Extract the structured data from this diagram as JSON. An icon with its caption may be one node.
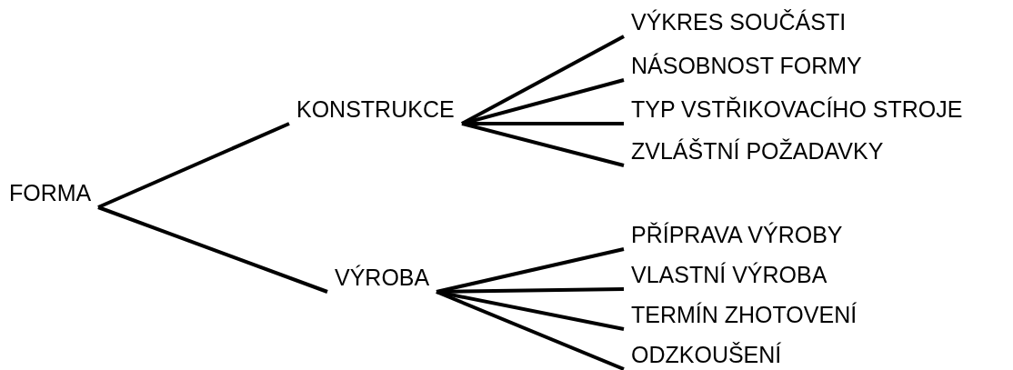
{
  "diagram": {
    "nodes": [
      {
        "text": [
          "FORMA"
        ]
      },
      {
        "text": [
          "KONSTRUKCE"
        ]
      },
      {
        "text": [
          "VÝROBA"
        ]
      },
      {
        "text": [
          "VÝKRES SOUČÁSTI"
        ]
      },
      {
        "text": [
          "NÁSOBNOST FORMY"
        ]
      },
      {
        "text": [
          "TYP VSTŘIKOVACÍHO STROJE"
        ]
      },
      {
        "text": [
          "ZVLÁŠTNÍ POŽADAVKY"
        ]
      },
      {
        "text": [
          "PŘÍPRAVA VÝROBY"
        ]
      },
      {
        "text": [
          "VLASTNÍ VÝROBA"
        ]
      },
      {
        "text": [
          "TERMÍN ZHOTOVENÍ"
        ]
      },
      {
        "text": [
          "ODZKOUŠENÍ"
        ]
      }
    ],
    "edges": [
      {
        "from": 0,
        "to": 1,
        "arrow": "none"
      },
      {
        "from": 0,
        "to": 2,
        "arrow": "none"
      },
      {
        "from": 1,
        "to": 3,
        "arrow": "none"
      },
      {
        "from": 1,
        "to": 4,
        "arrow": "none"
      },
      {
        "from": 1,
        "to": 5,
        "arrow": "none"
      },
      {
        "from": 1,
        "to": 6,
        "arrow": "none"
      },
      {
        "from": 2,
        "to": 7,
        "arrow": "none"
      },
      {
        "from": 2,
        "to": 8,
        "arrow": "none"
      },
      {
        "from": 2,
        "to": 9,
        "arrow": "none"
      },
      {
        "from": 2,
        "to": 10,
        "arrow": "none"
      }
    ]
  }
}
